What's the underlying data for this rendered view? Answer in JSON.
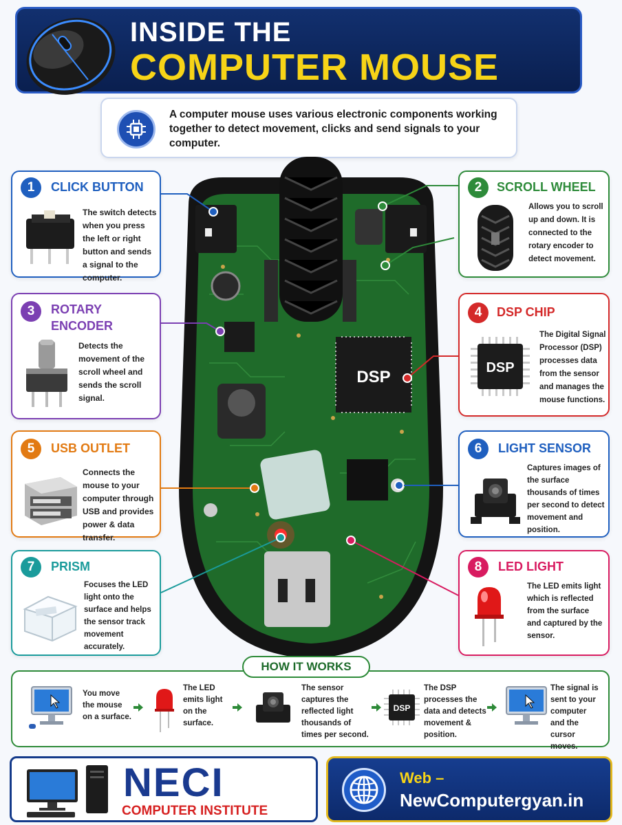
{
  "header": {
    "title_line1": "INSIDE THE",
    "title_line2": "COMPUTER MOUSE"
  },
  "intro": {
    "text": "A computer mouse uses various electronic components working together to detect movement, clicks and send signals to your computer.",
    "icon": "chip-icon"
  },
  "components": [
    {
      "number": "1",
      "title": "CLICK BUTTON",
      "description": "The switch detects when you press the left or right button and sends a signal to the computer.",
      "color": "#1f5fbf",
      "icon": "switch-icon"
    },
    {
      "number": "2",
      "title": "SCROLL WHEEL",
      "description": "Allows you to scroll up and down. It is connected to the rotary encoder to detect movement.",
      "color": "#2e8b3a",
      "icon": "wheel-icon"
    },
    {
      "number": "3",
      "title": "ROTARY ENCODER",
      "title_line1": "ROTARY",
      "title_line2": "ENCODER",
      "description": "Detects the movement of the scroll wheel and sends the scroll signal.",
      "color": "#7b3fb2",
      "icon": "encoder-icon"
    },
    {
      "number": "4",
      "title": "DSP CHIP",
      "description": "The Digital Signal Processor (DSP) processes data from the sensor and manages the mouse functions.",
      "color": "#d42929",
      "icon": "dsp-chip-icon",
      "chip_label": "DSP"
    },
    {
      "number": "5",
      "title": "USB OUTLET",
      "description": "Connects the mouse to your computer through USB and provides power & data transfer.",
      "color": "#e27a12",
      "icon": "usb-icon"
    },
    {
      "number": "6",
      "title": "LIGHT SENSOR",
      "description": "Captures images of the surface thousands of times per second to detect movement and position.",
      "color": "#1f5fbf",
      "icon": "sensor-icon"
    },
    {
      "number": "7",
      "title": "PRISM",
      "description": "Focuses the LED light onto the surface and helps the sensor track movement accurately.",
      "color": "#1a9b9b",
      "icon": "prism-icon"
    },
    {
      "number": "8",
      "title": "LED LIGHT",
      "description": "The LED emits light which is reflected from the surface and captured by the sensor.",
      "color": "#d81b60",
      "icon": "led-icon"
    }
  ],
  "board": {
    "chip_label": "DSP"
  },
  "how_it_works": {
    "title": "HOW IT WORKS",
    "steps": [
      {
        "text": "You move the mouse on a surface.",
        "icon": "monitor-cursor-icon"
      },
      {
        "text": "The LED emits light on the surface.",
        "icon": "led-icon"
      },
      {
        "text": "The sensor captures the reflected light thousands of times per second.",
        "icon": "sensor-icon"
      },
      {
        "text": "The DSP processes the data and detects movement & position.",
        "icon": "dsp-chip-icon",
        "chip_label": "DSP"
      },
      {
        "text": "The signal is sent to your computer and the cursor moves.",
        "icon": "monitor-cursor-icon"
      }
    ]
  },
  "footer": {
    "institute_name": "NECI",
    "institute_subtitle": "COMPUTER INSTITUTE",
    "web_label": "Web –",
    "web_url": "NewComputergyan.in",
    "logo_icon": "desktop-computer-icon",
    "web_icon": "globe-icon"
  }
}
